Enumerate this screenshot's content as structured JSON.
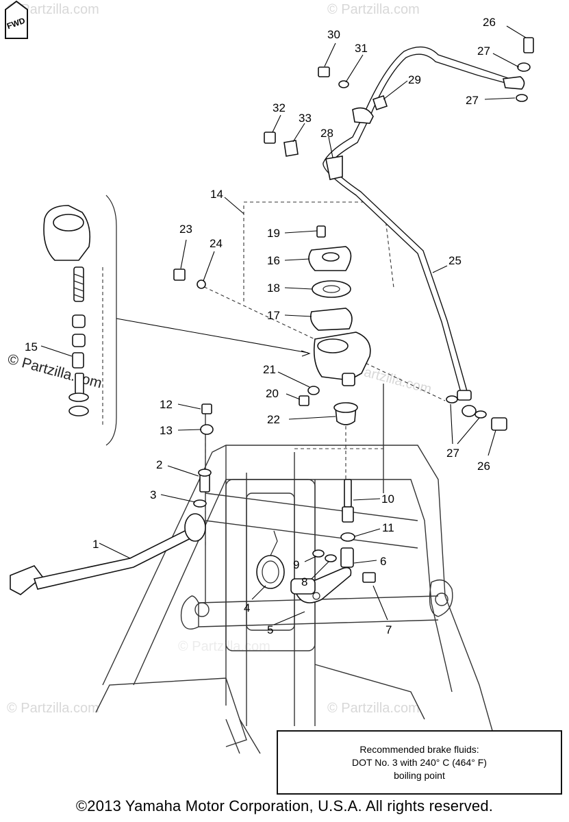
{
  "watermarks": [
    "© Partzilla.com",
    "© Partzilla.com",
    "© Partzilla.com",
    "© Partzilla.com",
    "© Partzilla.com",
    "© Partzilla.com",
    "© Partzilla.com"
  ],
  "callouts": [
    "1",
    "2",
    "3",
    "4",
    "5",
    "6",
    "7",
    "8",
    "9",
    "10",
    "11",
    "12",
    "13",
    "14",
    "15",
    "16",
    "17",
    "18",
    "19",
    "20",
    "21",
    "22",
    "23",
    "24",
    "25",
    "26",
    "26",
    "27",
    "27",
    "27",
    "28",
    "29",
    "30",
    "31",
    "32",
    "33"
  ],
  "fwd_label": "FWD",
  "note": {
    "line1": "Recommended brake fluids:",
    "line2": "DOT No. 3 with 240° C (464° F)",
    "line3": "boiling point"
  },
  "copyright": "©2013 Yamaha Motor Corporation, U.S.A. All rights reserved."
}
